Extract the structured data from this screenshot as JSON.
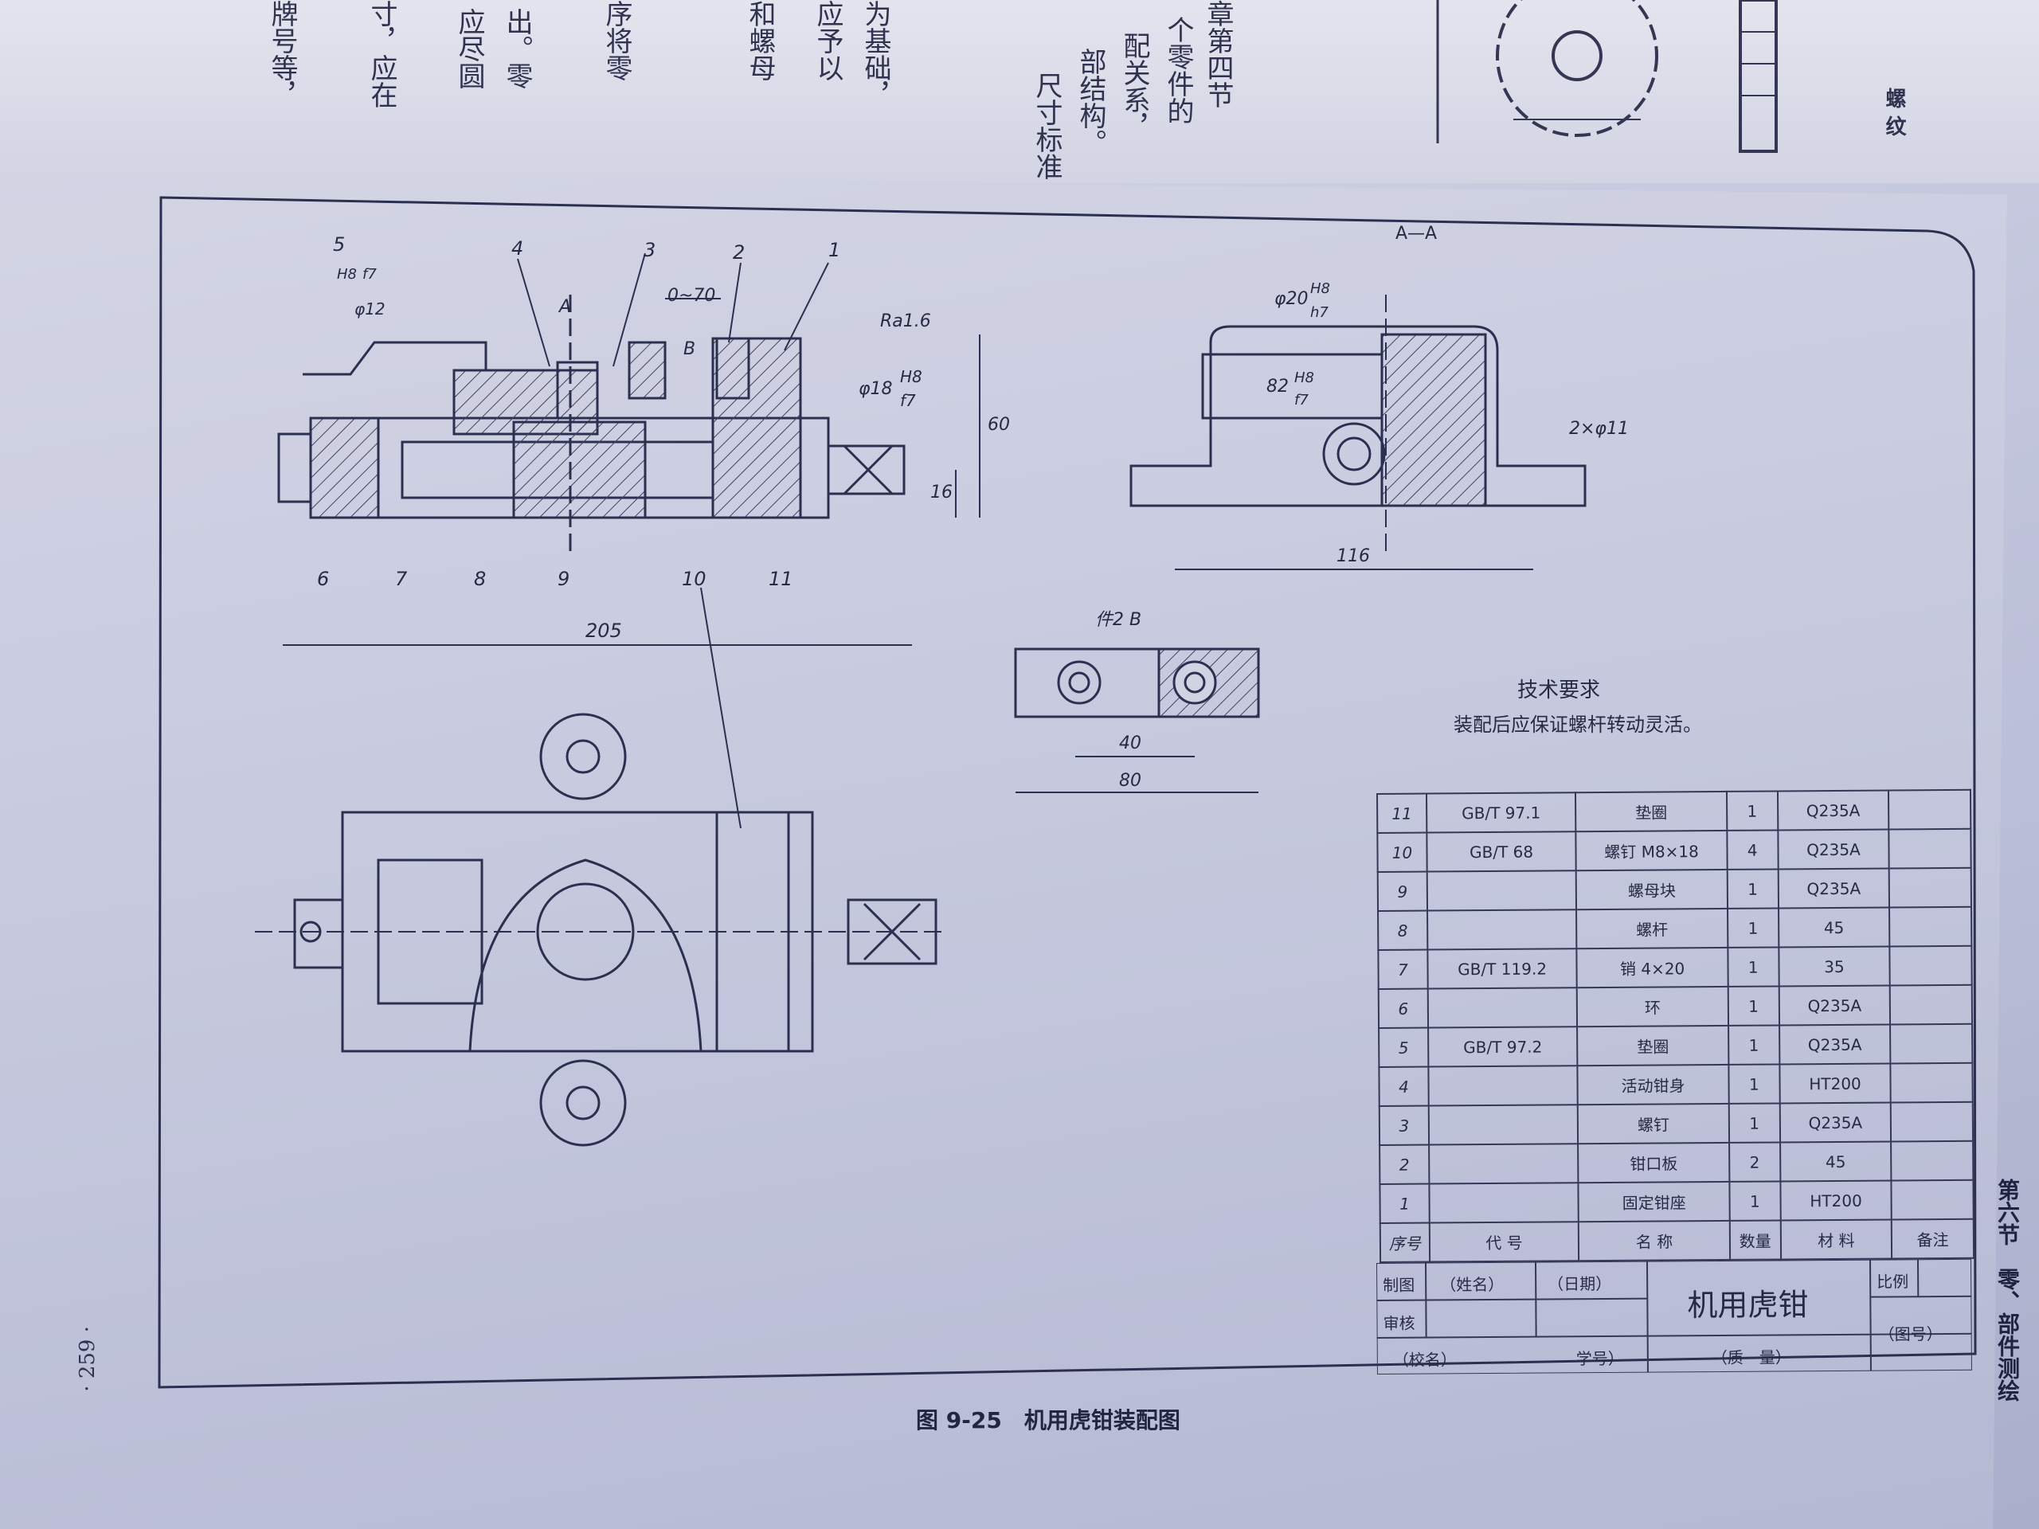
{
  "top_text": {
    "col1": "牌号等，",
    "col2": "寸，应在",
    "col3": "应尽圆",
    "col4": "出。零",
    "col5": "序将零",
    "col6": "和螺母",
    "col7": "为基础，",
    "col8": "应予以",
    "col9": "章第四节",
    "col10": "个零件的",
    "col11": "配关系，",
    "col12": "部结构。",
    "col13": "尺寸标准",
    "right_tab": "螺 纹"
  },
  "drawing": {
    "section_label": "A—A",
    "part_numbers": [
      "1",
      "2",
      "3",
      "4",
      "5",
      "6",
      "7",
      "8",
      "9",
      "10",
      "11"
    ],
    "dims": {
      "d_0_70": "0~70",
      "ra": "Ra1.6",
      "fit_phi18": "φ18",
      "fit_H8": "H8",
      "fit_f7": "f7",
      "fit_phi12": "φ12",
      "fit_H8b": "H8",
      "fit_f7b": "f7",
      "d60": "60",
      "d16": "16",
      "d205": "205",
      "phi20": "φ20",
      "h8c": "H8",
      "h7": "h7",
      "d82": "82",
      "h8d": "H8",
      "f7c": "f7",
      "holes": "2×φ11",
      "d116": "116",
      "part2_label": "件2  B",
      "d40": "40",
      "d80": "80",
      "A_mark": "A",
      "B_mark": "B"
    },
    "tech_req_title": "技术要求",
    "tech_req_text": "装配后应保证螺杆转动灵活。"
  },
  "bom": {
    "rows": [
      [
        "11",
        "GB/T 97.1",
        "垫圈",
        "1",
        "Q235A",
        ""
      ],
      [
        "10",
        "GB/T 68",
        "螺钉 M8×18",
        "4",
        "Q235A",
        ""
      ],
      [
        "9",
        "",
        "螺母块",
        "1",
        "Q235A",
        ""
      ],
      [
        "8",
        "",
        "螺杆",
        "1",
        "45",
        ""
      ],
      [
        "7",
        "GB/T 119.2",
        "销 4×20",
        "1",
        "35",
        ""
      ],
      [
        "6",
        "",
        "环",
        "1",
        "Q235A",
        ""
      ],
      [
        "5",
        "GB/T 97.2",
        "垫圈",
        "1",
        "Q235A",
        ""
      ],
      [
        "4",
        "",
        "活动钳身",
        "1",
        "HT200",
        ""
      ],
      [
        "3",
        "",
        "螺钉",
        "1",
        "Q235A",
        ""
      ],
      [
        "2",
        "",
        "钳口板",
        "2",
        "45",
        ""
      ],
      [
        "1",
        "",
        "固定钳座",
        "1",
        "HT200",
        ""
      ]
    ],
    "header": [
      "序号",
      "代 号",
      "名 称",
      "数量",
      "材 料",
      "备注"
    ]
  },
  "title_block": {
    "draw": "制图",
    "name": "（姓名）",
    "date": "（日期）",
    "check": "审核",
    "title": "机用虎钳",
    "scale": "比例",
    "school": "（校名）",
    "student_no": "学号）",
    "mass": "（质　量）",
    "drawing_no": "（图号）"
  },
  "page": {
    "number": "· 259 ·",
    "caption": "图 9-25　机用虎钳装配图",
    "side_tab": "第六节　零、部件测绘"
  }
}
